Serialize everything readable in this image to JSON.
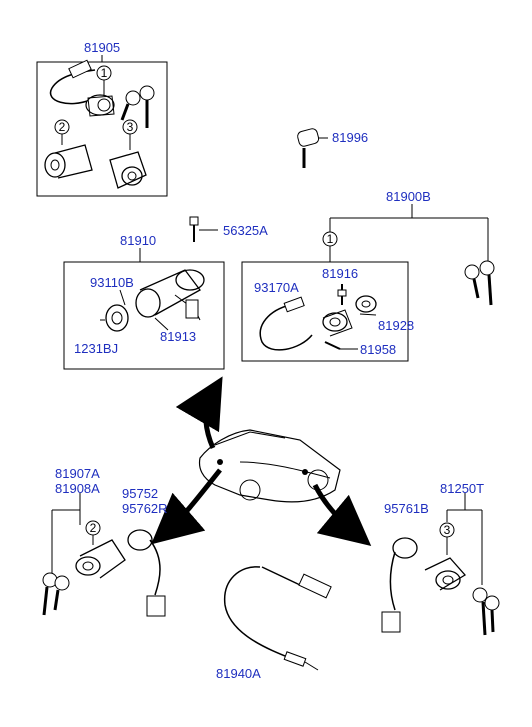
{
  "labels": {
    "p81905": "81905",
    "p81996": "81996",
    "p81900B": "81900B",
    "p56325A": "56325A",
    "p81910": "81910",
    "p93110B": "93110B",
    "p1231BJ": "1231BJ",
    "p81913": "81913",
    "p93170A": "93170A",
    "p81916": "81916",
    "p81928": "81928",
    "p81958": "81958",
    "p81907A": "81907A",
    "p81908A": "81908A",
    "p95752": "95752",
    "p95762R": "95762R",
    "p95761B": "95761B",
    "p81250T": "81250T",
    "p81940A": "81940A"
  },
  "callouts": {
    "c1": "1",
    "c2": "2",
    "c3": "3"
  },
  "colors": {
    "label": "#1f2fbf",
    "line": "#000000"
  }
}
